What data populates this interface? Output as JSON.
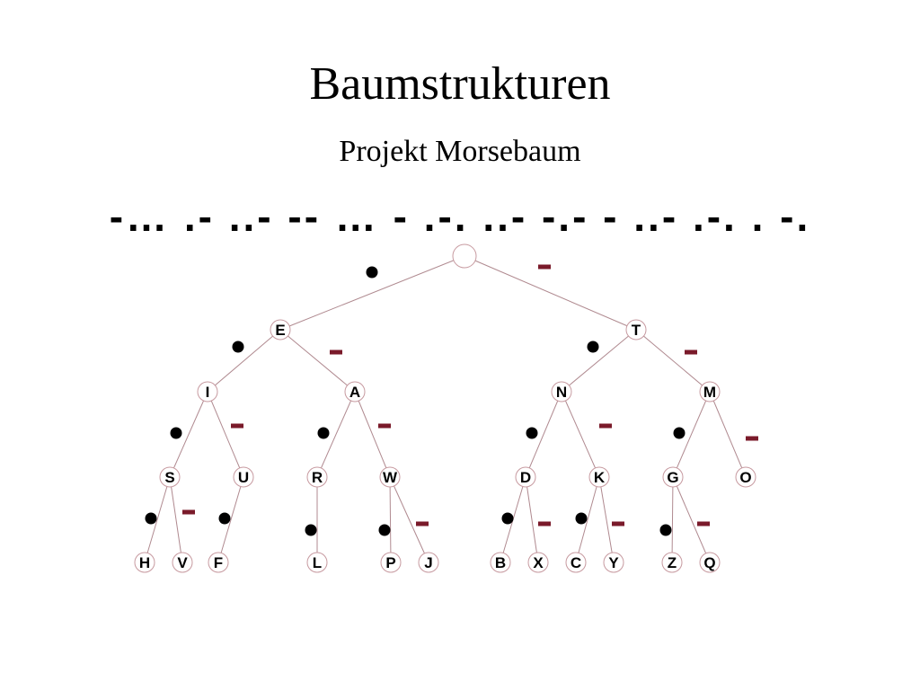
{
  "title": "Baumstrukturen",
  "subtitle": "Projekt Morsebaum",
  "morse_message": "-… .- ..- -- … - .-. ..- -.- - ..- .-. . -.",
  "colors": {
    "edge": "#b08a90",
    "dash": "#7a1a2a",
    "dot": "#000000",
    "node_stroke": "#c79aa0"
  },
  "tree": {
    "root": {
      "label": "",
      "dot": {
        "label": "E",
        "dot": {
          "label": "I",
          "dot": {
            "label": "S",
            "dot": {
              "label": "H"
            },
            "dash": {
              "label": "V"
            }
          },
          "dash": {
            "label": "U",
            "dot": {
              "label": "F"
            }
          }
        },
        "dash": {
          "label": "A",
          "dot": {
            "label": "R",
            "dot": {
              "label": "L"
            }
          },
          "dash": {
            "label": "W",
            "dot": {
              "label": "P"
            },
            "dash": {
              "label": "J"
            }
          }
        }
      },
      "dash": {
        "label": "T",
        "dot": {
          "label": "N",
          "dot": {
            "label": "D",
            "dot": {
              "label": "B"
            },
            "dash": {
              "label": "X"
            }
          },
          "dash": {
            "label": "K",
            "dot": {
              "label": "C"
            },
            "dash": {
              "label": "Y"
            }
          }
        },
        "dash": {
          "label": "M",
          "dot": {
            "label": "G",
            "dot": {
              "label": "Z"
            },
            "dash": {
              "label": "Q"
            }
          },
          "dash": {
            "label": "O"
          }
        }
      }
    }
  }
}
